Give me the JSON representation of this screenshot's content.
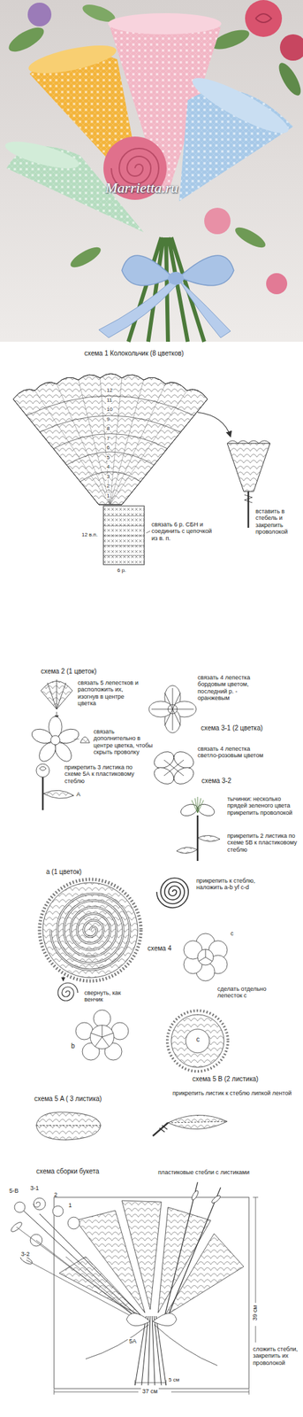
{
  "diagram": {
    "labels": [
      "Marrietta.ru",
      "схема 1  Колокольчик (8 цветков)",
      "12",
      "11",
      "10",
      "9",
      "8",
      "7",
      "6",
      "5",
      "4",
      "3",
      "2",
      "1",
      "12 в.п.",
      "6 р.",
      "связать 6 р. СБН и соединить с цепочкой из в. п.",
      "вставить в стебель и закрепить проволокой",
      "схема 2 (1 цветок)",
      "связать 5 лепестков и расположить их, изогнув в центре цветка",
      "связать дополнительно в центре цветка, чтобы скрыть проволку",
      "прикрепить 3 листика по схеме 5А к пластиковому стеблю",
      "A",
      "связать 4 лепестка бордовым цветом, последний р. - оранжевым",
      "схема 3-1 (2 цветка)",
      "связать 4 лепестка светло-розовым цветом",
      "схема 3-2",
      "тычинки: несколько прядей зеленого цвета прикрепить проволокой",
      "прикрепить 2 листика по схеме 5В к пластиковому стеблю",
      "a (1 цветок)",
      "прикрепить к стеблю, наложить a-b yf c-d",
      "c",
      "схема 4",
      "свернуть, как венчик",
      "сделать отдельно лепесток c",
      "b",
      "c",
      "схема 5 B (2 листика)",
      "схема 5 A ( 3 листика)",
      "прикрепить листик к стеблю липкой лентой",
      "схема сборки букета",
      "пластиковые стебли с листиками",
      "5-B",
      "3-1",
      "2",
      "1",
      "3-2",
      "5A",
      "5 см",
      "37 см",
      "39 см",
      "сложить стебли, закрепить их проволокой"
    ]
  }
}
